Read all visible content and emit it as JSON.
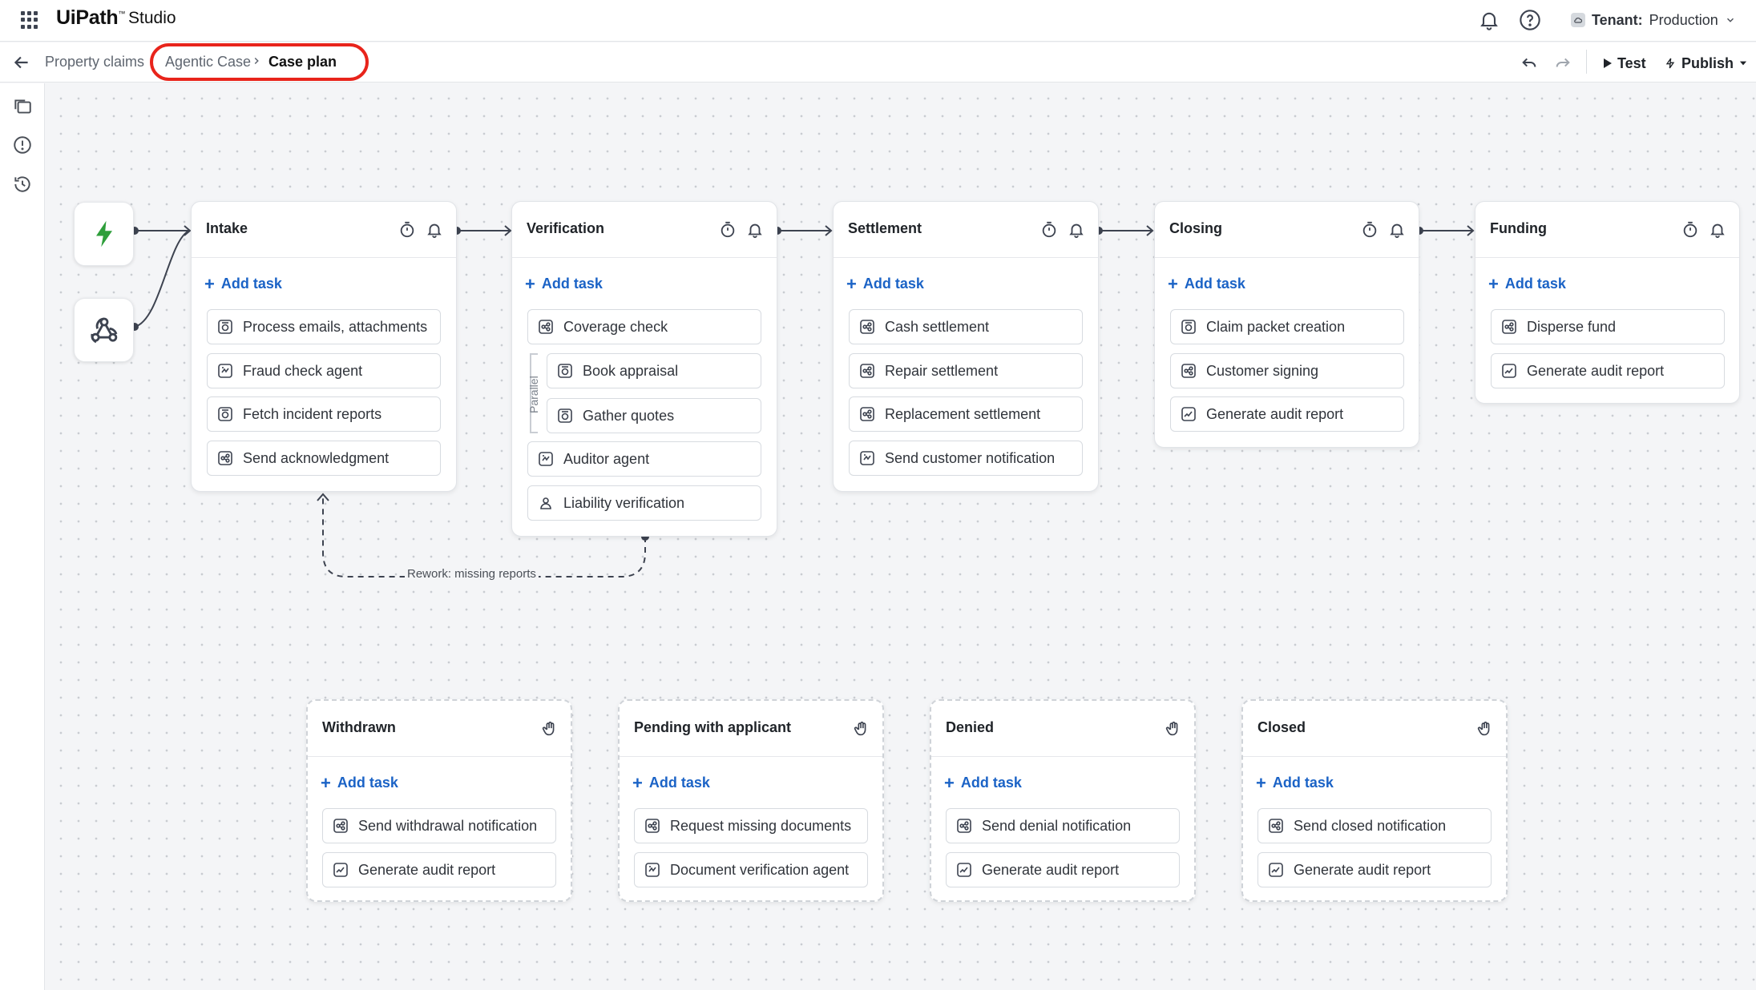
{
  "topbar": {
    "logo": "UiPath",
    "trademark": "™",
    "product": "Studio",
    "tenant_label": "Tenant:",
    "tenant_value": "Production",
    "icons": [
      "apps-grid-icon",
      "bell-icon",
      "help-icon",
      "cloud-icon",
      "chevron-down-icon"
    ]
  },
  "breadcrumb": {
    "items": [
      "Property claims",
      "Agentic Case",
      "Case plan"
    ]
  },
  "toolbar": {
    "test_label": "Test",
    "publish_label": "Publish",
    "icons": [
      "undo-icon",
      "redo-icon",
      "play-icon",
      "publish-icon",
      "chevron-down-icon"
    ]
  },
  "rail": {
    "icons": [
      "folder-icon",
      "alert-icon",
      "history-icon"
    ]
  },
  "triggers": [
    {
      "icon": "lightning-icon",
      "color": "#2e9e3a"
    },
    {
      "icon": "webhook-icon",
      "color": "#3d4350"
    }
  ],
  "add_task_label": "Add task",
  "parallel_label": "Parallel",
  "rework_label": "Rework: missing reports",
  "stages": [
    {
      "title": "Intake",
      "tasks": [
        "Process emails, attachments",
        "Fraud check agent",
        "Fetch incident reports",
        "Send acknowledgment"
      ]
    },
    {
      "title": "Verification",
      "tasks": [
        "Coverage check",
        "Book appraisal",
        "Gather quotes",
        "Auditor agent",
        "Liability verification"
      ]
    },
    {
      "title": "Settlement",
      "tasks": [
        "Cash settlement",
        "Repair settlement",
        "Replacement settlement",
        "Send customer notification"
      ]
    },
    {
      "title": "Closing",
      "tasks": [
        "Claim packet creation",
        "Customer signing",
        "Generate audit report"
      ]
    },
    {
      "title": "Funding",
      "tasks": [
        "Disperse fund",
        "Generate audit report"
      ]
    }
  ],
  "exception_stages": [
    {
      "title": "Withdrawn",
      "tasks": [
        "Send withdrawal notification",
        "Generate audit report"
      ]
    },
    {
      "title": "Pending with applicant",
      "tasks": [
        "Request missing documents",
        "Document verification agent"
      ]
    },
    {
      "title": "Denied",
      "tasks": [
        "Send denial notification",
        "Generate audit report"
      ]
    },
    {
      "title": "Closed",
      "tasks": [
        "Send closed notification",
        "Generate audit report"
      ]
    }
  ],
  "colors": {
    "accent": "#1b63c6",
    "highlight": "#e8241b",
    "trigger": "#2e9e3a"
  }
}
